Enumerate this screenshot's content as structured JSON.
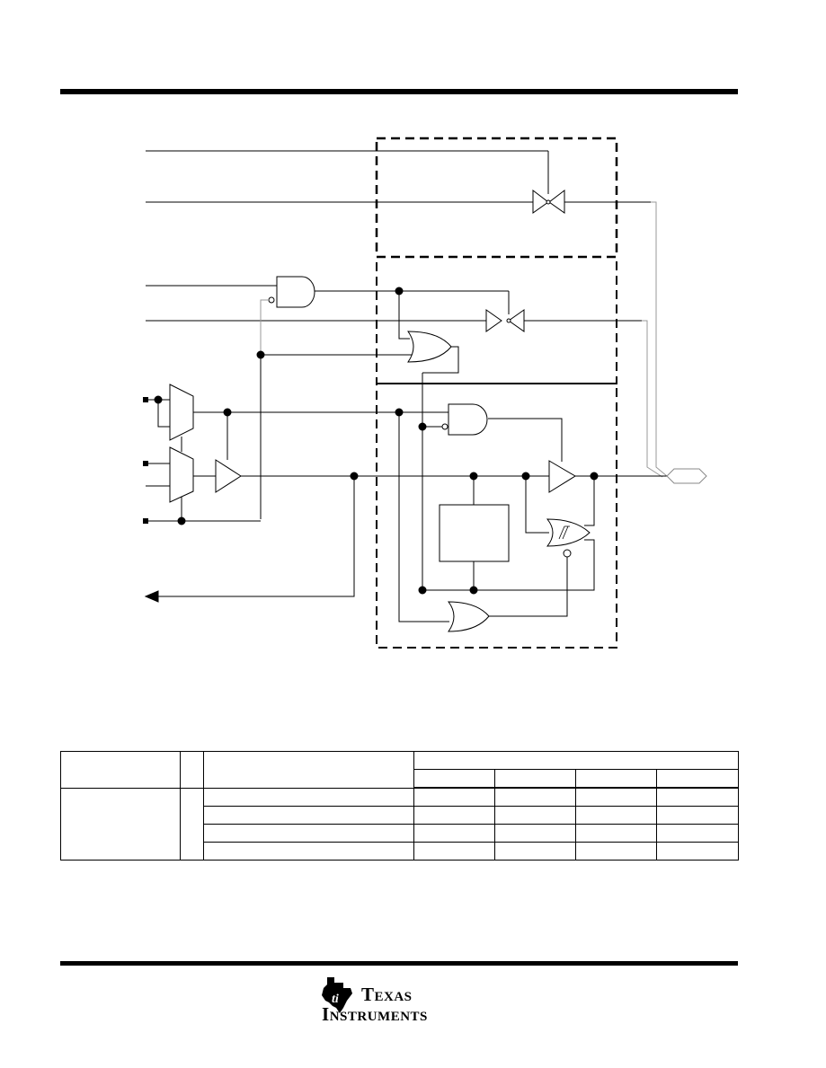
{
  "page": {
    "top_rule": true,
    "bottom_rule": true
  },
  "schematic": {
    "blocks": [
      "transmission-gate-block",
      "analog-switch-block",
      "port-logic-block"
    ],
    "signal_output": "I/O pad"
  },
  "table": {
    "rows": 4,
    "header": [
      "",
      "",
      "",
      ""
    ],
    "cells": [
      [
        "",
        "",
        "",
        "",
        "",
        "",
        ""
      ],
      [
        "",
        "",
        "",
        "",
        "",
        "",
        ""
      ],
      [
        "",
        "",
        "",
        "",
        "",
        "",
        ""
      ],
      [
        "",
        "",
        "",
        "",
        "",
        "",
        ""
      ]
    ]
  },
  "logo": {
    "line1_first": "T",
    "line1_rest": "EXAS",
    "line2_first": "I",
    "line2_rest": "NSTRUMENTS",
    "brand_color": "#000000"
  }
}
